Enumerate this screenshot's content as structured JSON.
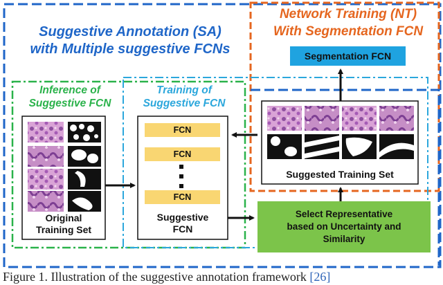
{
  "sa": {
    "title_line1": "Suggestive Annotation (SA)",
    "title_line2": "with Multiple suggestive FCNs"
  },
  "nt": {
    "title_line1": "Network Training  (NT)",
    "title_line2": "With Segmentation FCN",
    "segmentation_box": "Segmentation FCN"
  },
  "inference": {
    "title_line1": "Inference of",
    "title_line2": "Suggestive FCN",
    "label_line1": "Original",
    "label_line2": "Training Set"
  },
  "training": {
    "title_line1": "Training of",
    "title_line2": "Suggestive FCN",
    "fcn_labels": [
      "FCN",
      "FCN",
      "FCN"
    ],
    "label_line1": "Suggestive",
    "label_line2": "FCN"
  },
  "suggested": {
    "label": "Suggested Training Set"
  },
  "select": {
    "line1": "Select Representative",
    "line2": "based on Uncertainty and",
    "line3": "Similarity"
  },
  "caption": {
    "text": "Figure 1. Illustration of the suggestive annotation framework ",
    "cite": "[26]"
  },
  "colors": {
    "sa_blue": "#1f66c8",
    "nt_orange": "#e5661f",
    "inference_green": "#2ab24a",
    "training_cyan": "#2ba7dc",
    "segmentation_fill": "#1fa3e0",
    "fcn_fill": "#f9d672",
    "select_fill": "#7cc44a",
    "tissue_pink": "#c986c6",
    "mask_black": "#111111"
  }
}
